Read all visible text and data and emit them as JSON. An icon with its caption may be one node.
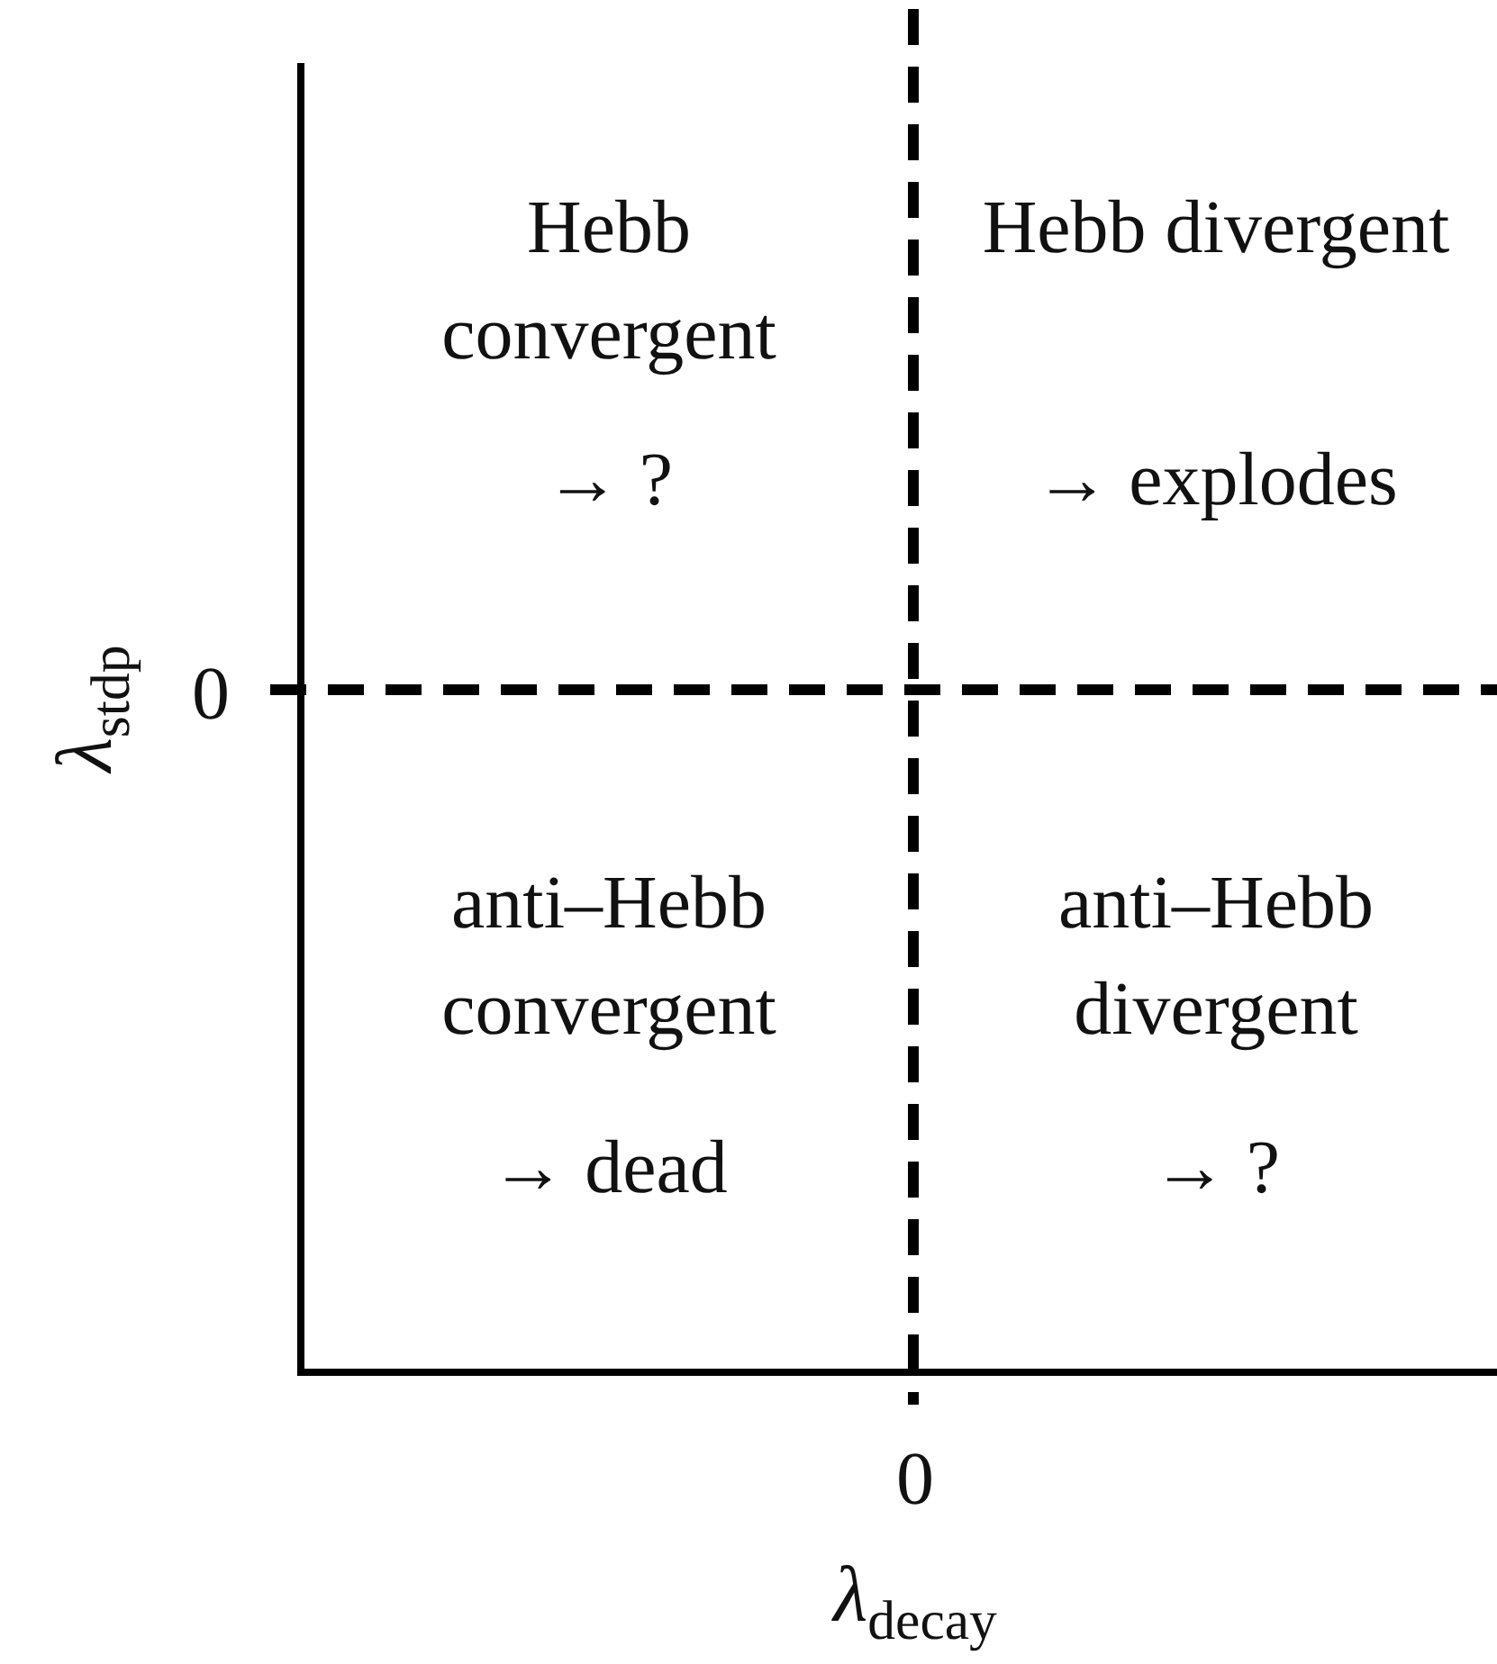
{
  "diagram": {
    "labels": [
      "Hebb convergent",
      "→ ?",
      "Hebb divergent",
      "→ explodes",
      "λ$_{stdp}$",
      "0",
      "anti–Hebb convergent",
      "→ dead",
      "anti–Hebb divergent",
      "→ ?",
      "0",
      "λ$_{decay}$"
    ]
  }
}
